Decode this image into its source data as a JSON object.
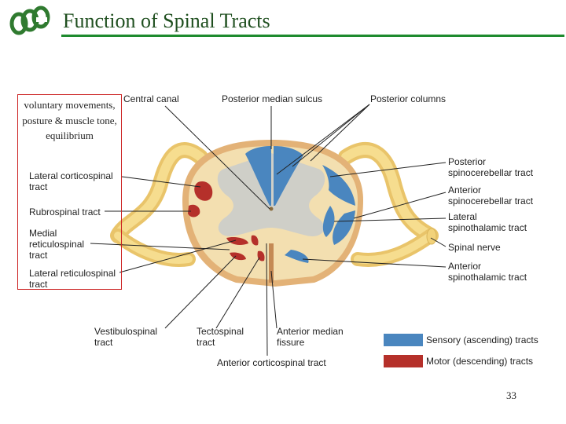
{
  "slide": {
    "title": "Function of Spinal Tracts",
    "page_number": "33",
    "note": "voluntary movements, posture & muscle tone, equilibrium"
  },
  "labels": {
    "central_canal": "Central canal",
    "posterior_median_sulcus": "Posterior median sulcus",
    "posterior_columns": "Posterior columns",
    "lateral_corticospinal": [
      "Lateral corticospinal",
      "tract"
    ],
    "rubrospinal": "Rubrospinal tract",
    "medial_reticulospinal": [
      "Medial",
      "reticulospinal",
      "tract"
    ],
    "lateral_reticulospinal": [
      "Lateral reticulospinal",
      "tract"
    ],
    "posterior_spinocerebellar": [
      "Posterior",
      "spinocerebellar tract"
    ],
    "anterior_spinocerebellar": [
      "Anterior",
      "spinocerebellar tract"
    ],
    "lateral_spinothalamic": [
      "Lateral",
      "spinothalamic tract"
    ],
    "spinal_nerve": "Spinal nerve",
    "anterior_spinothalamic": [
      "Anterior",
      "spinothalamic tract"
    ],
    "vestibulospinal": [
      "Vestibulospinal",
      "tract"
    ],
    "tectospinal": [
      "Tectospinal",
      "tract"
    ],
    "anterior_median_fissure": [
      "Anterior median",
      "fissure"
    ],
    "anterior_corticospinal": "Anterior corticospinal tract"
  },
  "legend": [
    {
      "label": "Sensory (ascending) tracts",
      "color": "#4a86bf"
    },
    {
      "label": "Motor (descending) tracts",
      "color": "#b5302a"
    }
  ],
  "colors": {
    "title": "#1f4f1f",
    "rule": "#1e8a2e",
    "sensory": "#4a86bf",
    "motor": "#b5302a",
    "white_matter": "#f3dfb0",
    "nerve": "#f2d27a",
    "gray_matter": "#cfcfc8"
  }
}
